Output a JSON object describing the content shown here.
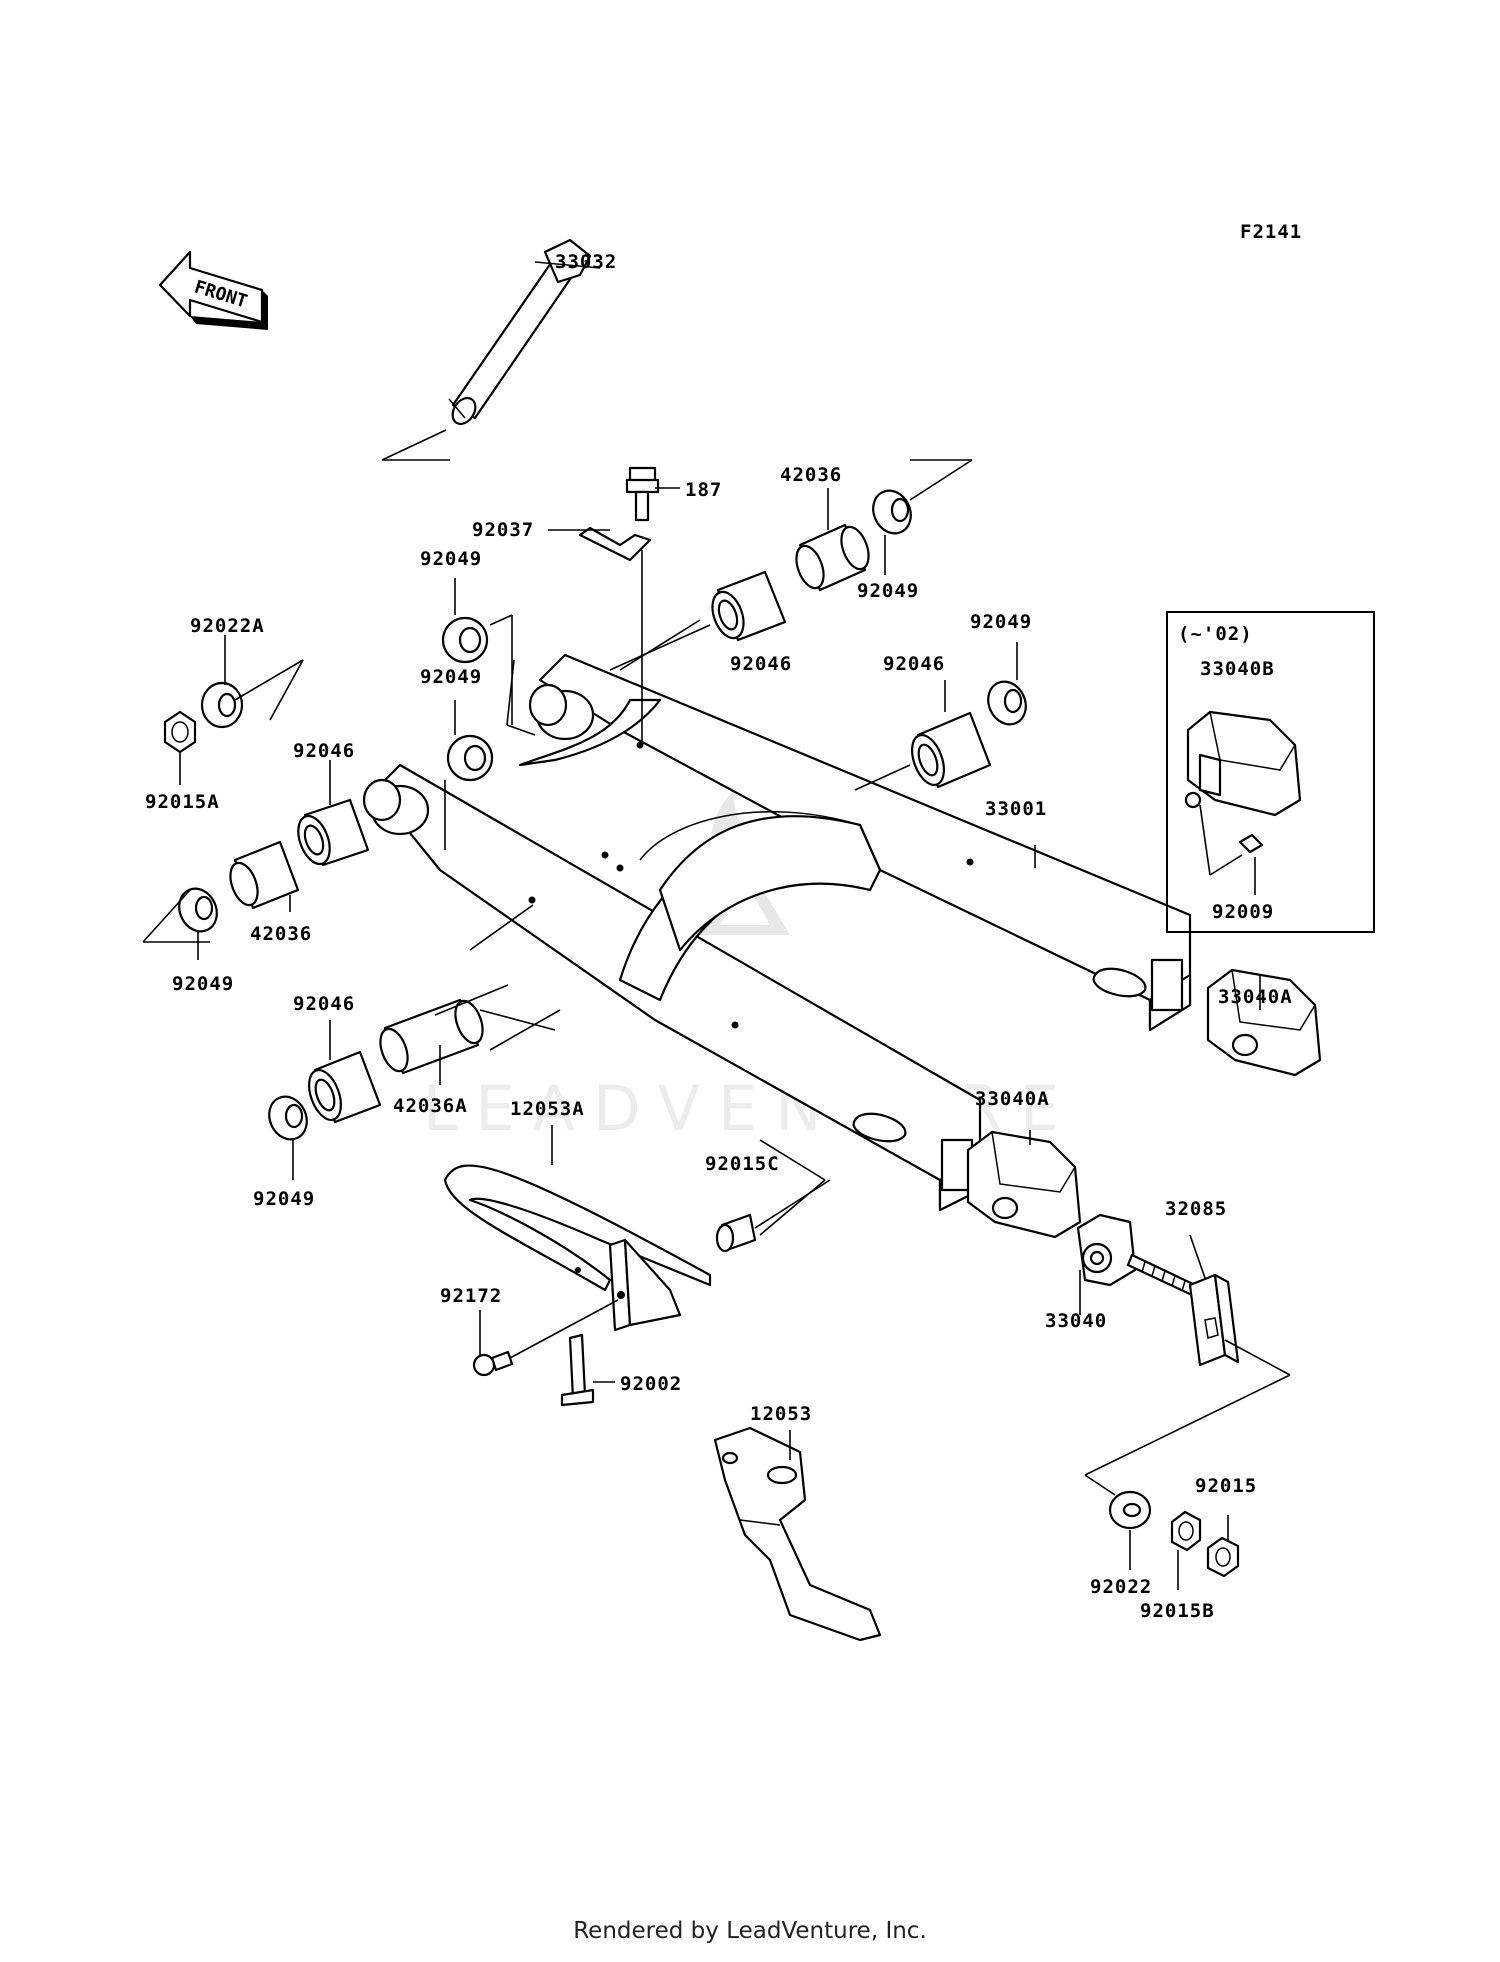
{
  "diagram": {
    "code": "F2141",
    "front_label": "FRONT",
    "inset_label": "(~'02)",
    "watermark": "LEADVENTURE",
    "footer": "Rendered by LeadVenture, Inc."
  },
  "parts": [
    {
      "id": "p-33032",
      "label": "33032"
    },
    {
      "id": "p-187",
      "label": "187"
    },
    {
      "id": "p-42036-top",
      "label": "42036"
    },
    {
      "id": "p-92037",
      "label": "92037"
    },
    {
      "id": "p-92049-a",
      "label": "92049"
    },
    {
      "id": "p-92049-b",
      "label": "92049"
    },
    {
      "id": "p-92049-c",
      "label": "92049"
    },
    {
      "id": "p-92049-d",
      "label": "92049"
    },
    {
      "id": "p-92049-e",
      "label": "92049"
    },
    {
      "id": "p-92049-f",
      "label": "92049"
    },
    {
      "id": "p-92022A",
      "label": "92022A"
    },
    {
      "id": "p-92015A",
      "label": "92015A"
    },
    {
      "id": "p-92046-a",
      "label": "92046"
    },
    {
      "id": "p-92046-b",
      "label": "92046"
    },
    {
      "id": "p-92046-c",
      "label": "92046"
    },
    {
      "id": "p-92046-d",
      "label": "92046"
    },
    {
      "id": "p-42036",
      "label": "42036"
    },
    {
      "id": "p-42036A",
      "label": "42036A"
    },
    {
      "id": "p-33040B",
      "label": "33040B"
    },
    {
      "id": "p-92009",
      "label": "92009"
    },
    {
      "id": "p-33001",
      "label": "33001"
    },
    {
      "id": "p-33040A-a",
      "label": "33040A"
    },
    {
      "id": "p-33040A-b",
      "label": "33040A"
    },
    {
      "id": "p-12053A",
      "label": "12053A"
    },
    {
      "id": "p-92015C",
      "label": "92015C"
    },
    {
      "id": "p-32085",
      "label": "32085"
    },
    {
      "id": "p-33040",
      "label": "33040"
    },
    {
      "id": "p-92172",
      "label": "92172"
    },
    {
      "id": "p-92002",
      "label": "92002"
    },
    {
      "id": "p-12053",
      "label": "12053"
    },
    {
      "id": "p-92015",
      "label": "92015"
    },
    {
      "id": "p-92022",
      "label": "92022"
    },
    {
      "id": "p-92015B",
      "label": "92015B"
    }
  ]
}
